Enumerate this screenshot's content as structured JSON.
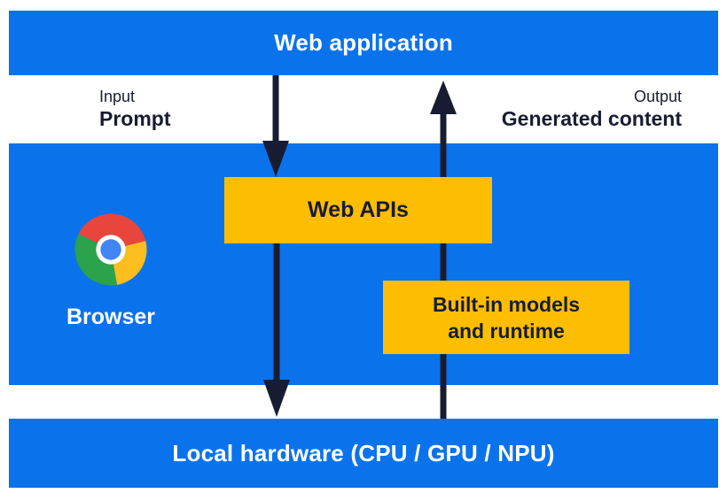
{
  "colors": {
    "blue": "#0A73EB",
    "navy": "#181C33",
    "yellow": "#FDBD00",
    "white": "#FFFFFF",
    "chrome_red": "#E8453C",
    "chrome_green": "#2BA24C",
    "chrome_yellow": "#FCBE1F",
    "chrome_blue": "#4285F4"
  },
  "layers": {
    "web_application": {
      "label": "Web application"
    },
    "browser": {
      "label": "Browser"
    },
    "web_apis": {
      "label": "Web APIs"
    },
    "builtin_models": {
      "line1": "Built-in models",
      "line2": "and runtime"
    },
    "local_hardware": {
      "label": "Local hardware (CPU / GPU / NPU)"
    }
  },
  "flows": {
    "input": {
      "caption": "Input",
      "label": "Prompt",
      "direction": "down"
    },
    "output": {
      "caption": "Output",
      "label": "Generated content",
      "direction": "up"
    }
  },
  "icons": {
    "chrome": "chrome-browser-logo"
  }
}
